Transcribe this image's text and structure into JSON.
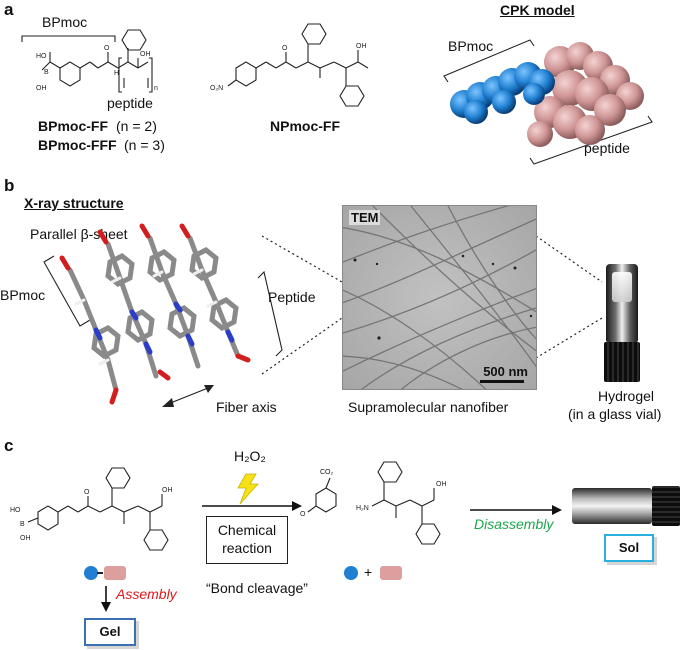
{
  "panel_a": {
    "letter": "a",
    "bpmoc_bracket_label": "BPmoc",
    "peptide_label": "peptide",
    "n_subscript": "n",
    "compound_ff_name": "BPmoc-FF",
    "compound_ff_n": "(n = 2)",
    "compound_fff_name": "BPmoc-FFF",
    "compound_fff_n": "(n = 3)",
    "npmoc_name": "NPmoc-FF",
    "cpk_title": "CPK model",
    "cpk_bpmoc": "BPmoc",
    "cpk_peptide": "peptide",
    "atom_labels": {
      "b": "B",
      "ho": "HO",
      "oh": "OH",
      "o2n": "O₂N",
      "o": "O",
      "h": "H",
      "n": "N"
    }
  },
  "panel_b": {
    "letter": "b",
    "xray_title": "X-ray structure",
    "sheet_label": "Parallel β-sheet",
    "bpmoc_label": "BPmoc",
    "peptide_label": "Peptide",
    "fiber_axis": "Fiber axis",
    "tem_label": "TEM",
    "scale_bar": "500 nm",
    "nanofiber_caption": "Supramolecular nanofiber",
    "hydrogel_caption": "Hydrogel",
    "vial_caption": "(in a glass vial)"
  },
  "panel_c": {
    "letter": "c",
    "h2o2": "H₂O₂",
    "co2": "CO₂",
    "reaction_box_line1": "Chemical",
    "reaction_box_line2": "reaction",
    "bond_cleavage": "“Bond cleavage”",
    "assembly": "Assembly",
    "disassembly": "Disassembly",
    "gel": "Gel",
    "sol": "Sol",
    "plus": "+",
    "atom_labels": {
      "b": "B",
      "ho": "HO",
      "oh": "OH",
      "o": "O",
      "h2n": "H₂N",
      "h": "H",
      "n": "N"
    }
  },
  "colors": {
    "bpmoc_blue": "#1f7fd1",
    "peptide_pink": "#dd9e9e",
    "assembly_red": "#e0161d",
    "disassembly_green": "#1aa64b",
    "gel_border": "#3a6fb0",
    "sol_border": "#2ab0e0",
    "bolt_yellow": "#f6e016"
  }
}
